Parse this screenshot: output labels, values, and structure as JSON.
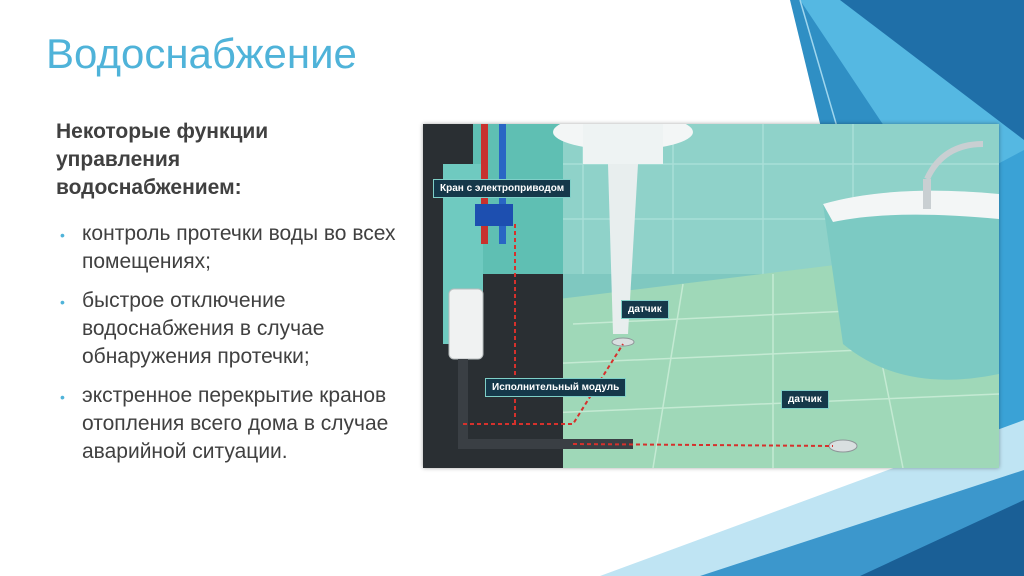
{
  "slide": {
    "title": "Водоснабжение",
    "intro": "Некоторые функции управления водоснабжением:",
    "bullets": [
      "контроль протечки воды во всех помещениях;",
      "быстрое отключение водоснабжения в случае обнаружения протечки;",
      "экстренное перекрытие кранов отопления всего дома в случае аварийной ситуации."
    ]
  },
  "illustration": {
    "callouts": {
      "valve": "Кран с электроприводом",
      "sensor1": "датчик",
      "module": "Исполнительный модуль",
      "sensor2": "датчик"
    }
  },
  "colors": {
    "title": "#4fb3d9",
    "text": "#404040",
    "accent_dark": "#1c5f8c",
    "accent_light": "#5cc3e6",
    "callout_bg": "#15384a"
  }
}
